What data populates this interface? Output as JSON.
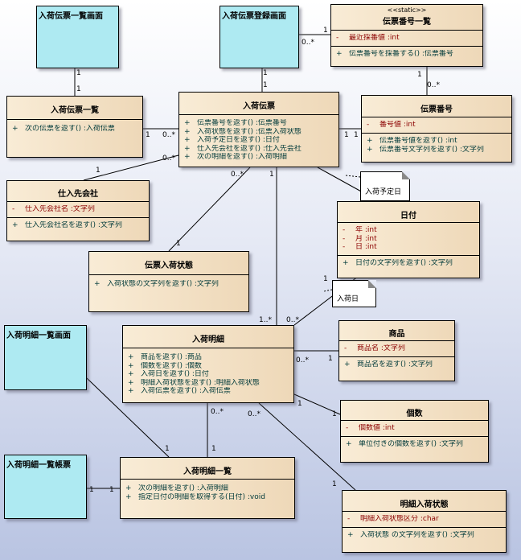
{
  "classes": {
    "nyuka_denpyo_ichiran_gamen": {
      "name": "入荷伝票一覧画面"
    },
    "nyuka_denpyo_toroku_gamen": {
      "name": "入荷伝票登録画面"
    },
    "denpyo_bango_ichiran": {
      "stereotype": "<<static>>",
      "name": "伝票番号一覧",
      "attributes": [
        {
          "vis": "-",
          "text": "最近採番値  :int"
        }
      ],
      "operations": [
        {
          "vis": "+",
          "text": "伝票番号を採番する() :伝票番号"
        }
      ]
    },
    "nyuka_denpyo_ichiran": {
      "name": "入荷伝票一覧",
      "operations": [
        {
          "vis": "+",
          "text": "次の伝票を返す() :入荷伝票"
        }
      ]
    },
    "nyuka_denpyo": {
      "name": "入荷伝票",
      "operations": [
        {
          "vis": "+",
          "text": "伝票番号を返す() :伝票番号"
        },
        {
          "vis": "+",
          "text": "入荷状態を返す() :伝票入荷状態"
        },
        {
          "vis": "+",
          "text": "入荷予定日を返す() :日付"
        },
        {
          "vis": "+",
          "text": "仕入先会社を返す() :仕入先会社"
        },
        {
          "vis": "+",
          "text": "次の明細を返す() :入荷明細"
        }
      ]
    },
    "denpyo_bango": {
      "name": "伝票番号",
      "attributes": [
        {
          "vis": "-",
          "text": "番号値  :int"
        }
      ],
      "operations": [
        {
          "vis": "+",
          "text": "伝票番号値を返す() :int"
        },
        {
          "vis": "+",
          "text": "伝票番号文字列を返す() :文字列"
        }
      ]
    },
    "shiiresaki_kaisha": {
      "name": "仕入先会社",
      "attributes": [
        {
          "vis": "-",
          "text": "仕入先会社名  :文字列"
        }
      ],
      "operations": [
        {
          "vis": "+",
          "text": "仕入先会社名を返す() :文字列"
        }
      ]
    },
    "hizuke": {
      "name": "日付",
      "attributes": [
        {
          "vis": "-",
          "text": "年  :int"
        },
        {
          "vis": "-",
          "text": "月  :int"
        },
        {
          "vis": "-",
          "text": "日  :int"
        }
      ],
      "operations": [
        {
          "vis": "+",
          "text": "日付の文字列を返す() :文字列"
        }
      ]
    },
    "denpyo_nyuka_jotai": {
      "name": "伝票入荷状態",
      "operations": [
        {
          "vis": "+",
          "text": "入荷状態の文字列を返す() :文字列"
        }
      ]
    },
    "nyuka_meisai": {
      "name": "入荷明細",
      "operations": [
        {
          "vis": "+",
          "text": "商品を返す() :商品"
        },
        {
          "vis": "+",
          "text": "個数を返す() :個数"
        },
        {
          "vis": "+",
          "text": "入荷日を返す() :日付"
        },
        {
          "vis": "+",
          "text": "明細入荷状態を返す() :明細入荷状態"
        },
        {
          "vis": "+",
          "text": "入荷伝票を返す() :入荷伝票"
        }
      ]
    },
    "shohin": {
      "name": "商品",
      "attributes": [
        {
          "vis": "-",
          "text": "商品名  :文字列"
        }
      ],
      "operations": [
        {
          "vis": "+",
          "text": "商品名を返す() :文字列"
        }
      ]
    },
    "nyuka_meisai_ichiran_gamen": {
      "name": "入荷明細一覧画面"
    },
    "kosu": {
      "name": "個数",
      "attributes": [
        {
          "vis": "-",
          "text": "個数値  :int"
        }
      ],
      "operations": [
        {
          "vis": "+",
          "text": "単位付きの個数を返す() :文字列"
        }
      ]
    },
    "nyuka_meisai_ichiran_chohyo": {
      "name": "入荷明細一覧帳票"
    },
    "nyuka_meisai_ichiran": {
      "name": "入荷明細一覧",
      "operations": [
        {
          "vis": "+",
          "text": "次の明細を返す() :入荷明細"
        },
        {
          "vis": "+",
          "text": "指定日付の明細を取得する(日付) :void"
        }
      ]
    },
    "meisai_nyuka_jotai": {
      "name": "明細入荷状態",
      "attributes": [
        {
          "vis": "-",
          "text": "明細入荷状態区分  :char"
        }
      ],
      "operations": [
        {
          "vis": "+",
          "text": "入荷状態 の文字列を返す() :文字列"
        }
      ]
    }
  },
  "notes": {
    "nyuka_yoteibi": "入荷予定日",
    "nyukabi": "入荷日"
  },
  "multiplicities": {
    "m1": "1",
    "m2": "1",
    "m3": "1",
    "m4": "1",
    "m5": "0..*",
    "m6": "1",
    "m7": "1",
    "m8": "0..*",
    "m9": "1",
    "m10": "0..*",
    "m11": "1",
    "m12": "1",
    "m13": "1",
    "m14": "0..*",
    "m15": "0..*",
    "m16": "1",
    "m17": "1",
    "m18": "1..*",
    "m19": "0..*",
    "m20": "1",
    "m21": "0..*",
    "m22": "1",
    "m23": "1",
    "m24": "1",
    "m25": "0..*",
    "m26": "0..*",
    "m27": "1",
    "m28": "1",
    "m29": "1",
    "m30": "1",
    "m31": "1"
  }
}
